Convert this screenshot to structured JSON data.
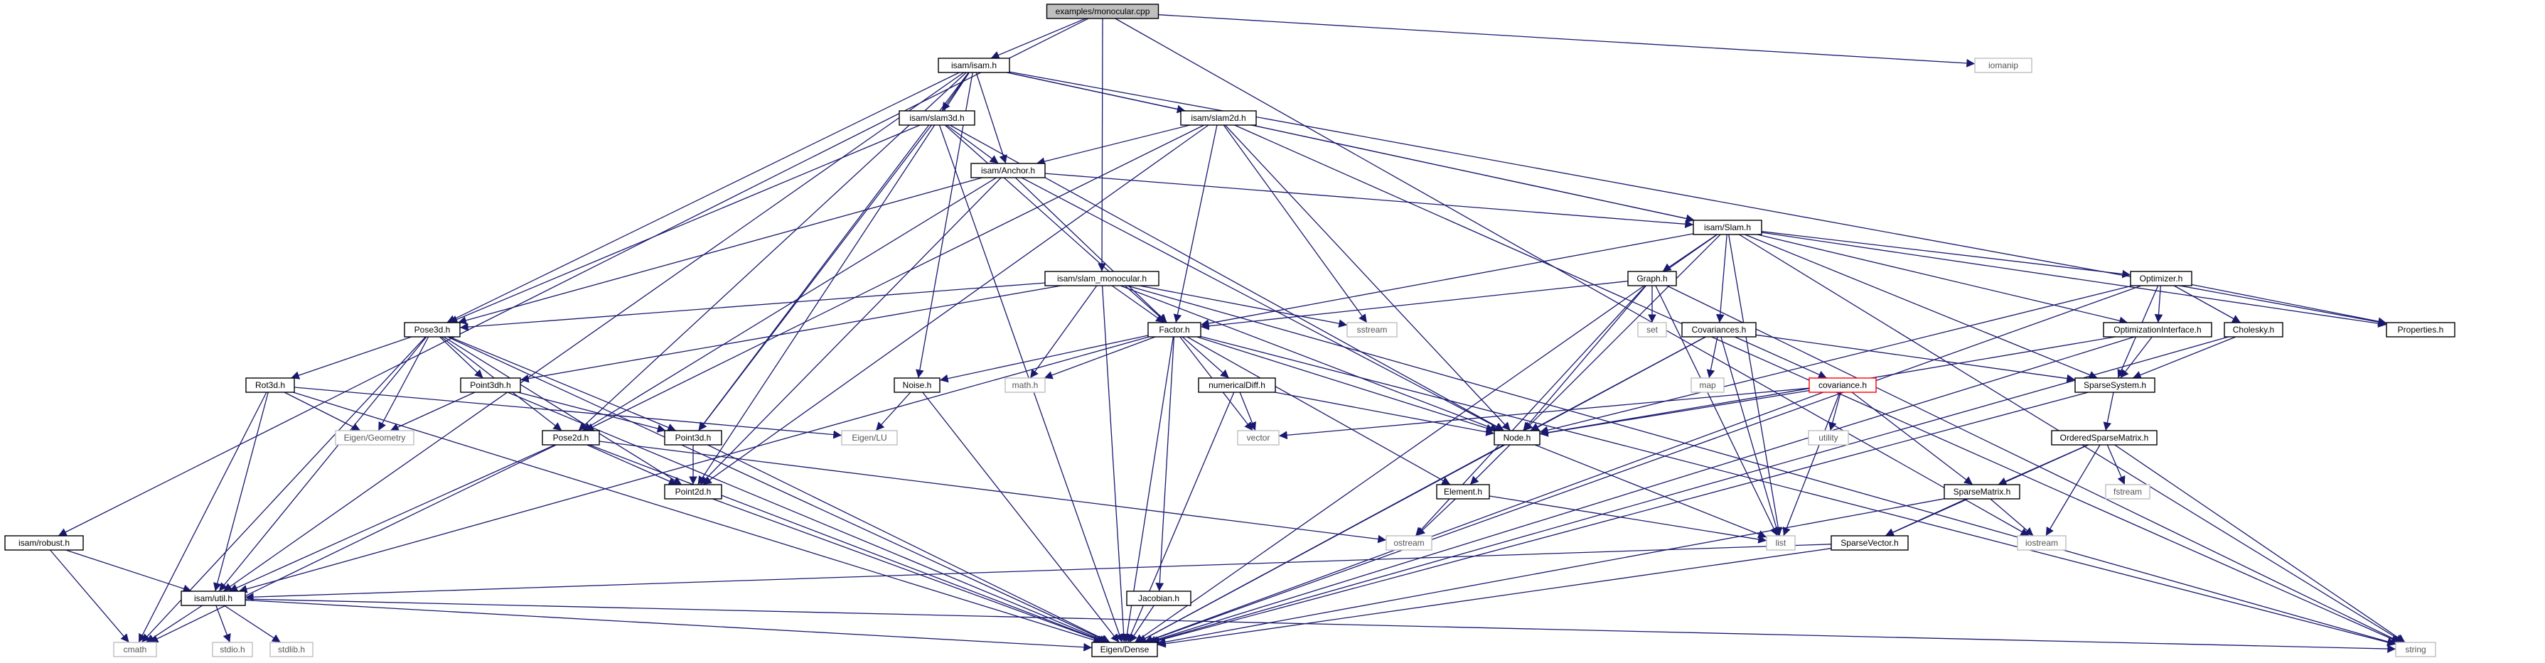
{
  "graph": {
    "title": "examples/monocular.cpp",
    "colors": {
      "edge": "#191970",
      "root_fill": "#bfbfbf",
      "doc_border": "#000000",
      "ext_border": "#bfbfbf",
      "highlight_border": "#ff0000"
    },
    "nodes": [
      {
        "id": "monocular",
        "label": "examples/monocular.cpp",
        "kind": "root"
      },
      {
        "id": "isam_h",
        "label": "isam/isam.h",
        "kind": "doc"
      },
      {
        "id": "iomanip",
        "label": "iomanip",
        "kind": "ext"
      },
      {
        "id": "robust_h",
        "label": "isam/robust.h",
        "kind": "doc"
      },
      {
        "id": "slam3d_h",
        "label": "isam/slam3d.h",
        "kind": "doc"
      },
      {
        "id": "slam2d_h",
        "label": "isam/slam2d.h",
        "kind": "doc"
      },
      {
        "id": "anchor_h",
        "label": "isam/Anchor.h",
        "kind": "doc"
      },
      {
        "id": "slam_h",
        "label": "isam/Slam.h",
        "kind": "doc"
      },
      {
        "id": "slam_mono_h",
        "label": "isam/slam_monocular.h",
        "kind": "doc"
      },
      {
        "id": "graph_h",
        "label": "Graph.h",
        "kind": "doc"
      },
      {
        "id": "optimizer_h",
        "label": "Optimizer.h",
        "kind": "doc"
      },
      {
        "id": "pose3d_h",
        "label": "Pose3d.h",
        "kind": "doc"
      },
      {
        "id": "factor_h",
        "label": "Factor.h",
        "kind": "doc"
      },
      {
        "id": "sstream",
        "label": "sstream",
        "kind": "ext"
      },
      {
        "id": "set",
        "label": "set",
        "kind": "ext"
      },
      {
        "id": "covariances_h",
        "label": "Covariances.h",
        "kind": "doc"
      },
      {
        "id": "optint_h",
        "label": "OptimizationInterface.h",
        "kind": "doc"
      },
      {
        "id": "cholesky_h",
        "label": "Cholesky.h",
        "kind": "doc"
      },
      {
        "id": "properties_h",
        "label": "Properties.h",
        "kind": "doc"
      },
      {
        "id": "rot3d_h",
        "label": "Rot3d.h",
        "kind": "doc"
      },
      {
        "id": "point3dh_h",
        "label": "Point3dh.h",
        "kind": "doc"
      },
      {
        "id": "noise_h",
        "label": "Noise.h",
        "kind": "doc"
      },
      {
        "id": "math_h",
        "label": "math.h",
        "kind": "ext"
      },
      {
        "id": "numdiff_h",
        "label": "numericalDiff.h",
        "kind": "doc"
      },
      {
        "id": "map",
        "label": "map",
        "kind": "ext"
      },
      {
        "id": "covariance_h",
        "label": "covariance.h",
        "kind": "highlight"
      },
      {
        "id": "sparsesystem_h",
        "label": "SparseSystem.h",
        "kind": "doc"
      },
      {
        "id": "eigen_geometry",
        "label": "Eigen/Geometry",
        "kind": "ext"
      },
      {
        "id": "eigen_lu",
        "label": "Eigen/LU",
        "kind": "ext"
      },
      {
        "id": "pose2d_h",
        "label": "Pose2d.h",
        "kind": "doc"
      },
      {
        "id": "point3d_h",
        "label": "Point3d.h",
        "kind": "doc"
      },
      {
        "id": "vector",
        "label": "vector",
        "kind": "ext"
      },
      {
        "id": "node_h",
        "label": "Node.h",
        "kind": "doc"
      },
      {
        "id": "utility",
        "label": "utility",
        "kind": "ext"
      },
      {
        "id": "osm_h",
        "label": "OrderedSparseMatrix.h",
        "kind": "doc"
      },
      {
        "id": "point2d_h",
        "label": "Point2d.h",
        "kind": "doc"
      },
      {
        "id": "element_h",
        "label": "Element.h",
        "kind": "doc"
      },
      {
        "id": "sparsematrix_h",
        "label": "SparseMatrix.h",
        "kind": "doc"
      },
      {
        "id": "fstream",
        "label": "fstream",
        "kind": "ext"
      },
      {
        "id": "ostream",
        "label": "ostream",
        "kind": "ext"
      },
      {
        "id": "list",
        "label": "list",
        "kind": "ext"
      },
      {
        "id": "iostream",
        "label": "iostream",
        "kind": "ext"
      },
      {
        "id": "sparsevector_h",
        "label": "SparseVector.h",
        "kind": "doc"
      },
      {
        "id": "jacobian_h",
        "label": "Jacobian.h",
        "kind": "doc"
      },
      {
        "id": "util_h",
        "label": "isam/util.h",
        "kind": "doc"
      },
      {
        "id": "cmath",
        "label": "cmath",
        "kind": "ext"
      },
      {
        "id": "stdio_h",
        "label": "stdio.h",
        "kind": "ext"
      },
      {
        "id": "stdlib_h",
        "label": "stdlib.h",
        "kind": "ext"
      },
      {
        "id": "eigen_dense",
        "label": "Eigen/Dense",
        "kind": "doc"
      },
      {
        "id": "string",
        "label": "string",
        "kind": "ext"
      }
    ],
    "edges": [
      [
        "monocular",
        "isam_h"
      ],
      [
        "monocular",
        "iomanip"
      ],
      [
        "monocular",
        "robust_h"
      ],
      [
        "monocular",
        "slam_mono_h"
      ],
      [
        "monocular",
        "iostream"
      ],
      [
        "isam_h",
        "slam3d_h"
      ],
      [
        "isam_h",
        "slam2d_h"
      ],
      [
        "isam_h",
        "anchor_h"
      ],
      [
        "isam_h",
        "slam_h"
      ],
      [
        "isam_h",
        "pose3d_h"
      ],
      [
        "isam_h",
        "pose2d_h"
      ],
      [
        "isam_h",
        "point3d_h"
      ],
      [
        "isam_h",
        "point2d_h"
      ],
      [
        "isam_h",
        "noise_h"
      ],
      [
        "isam_h",
        "util_h"
      ],
      [
        "isam_h",
        "properties_h"
      ],
      [
        "robust_h",
        "util_h"
      ],
      [
        "robust_h",
        "cmath"
      ],
      [
        "slam3d_h",
        "anchor_h"
      ],
      [
        "slam3d_h",
        "pose3d_h"
      ],
      [
        "slam3d_h",
        "point3d_h"
      ],
      [
        "slam3d_h",
        "factor_h"
      ],
      [
        "slam3d_h",
        "node_h"
      ],
      [
        "slam3d_h",
        "eigen_dense"
      ],
      [
        "slam2d_h",
        "anchor_h"
      ],
      [
        "slam2d_h",
        "pose2d_h"
      ],
      [
        "slam2d_h",
        "point2d_h"
      ],
      [
        "slam2d_h",
        "factor_h"
      ],
      [
        "slam2d_h",
        "node_h"
      ],
      [
        "slam2d_h",
        "slam_h"
      ],
      [
        "slam2d_h",
        "sstream"
      ],
      [
        "slam2d_h",
        "string"
      ],
      [
        "anchor_h",
        "slam_h"
      ],
      [
        "anchor_h",
        "pose3d_h"
      ],
      [
        "anchor_h",
        "pose2d_h"
      ],
      [
        "anchor_h",
        "point2d_h"
      ],
      [
        "anchor_h",
        "factor_h"
      ],
      [
        "anchor_h",
        "node_h"
      ],
      [
        "slam_h",
        "graph_h"
      ],
      [
        "slam_h",
        "optimizer_h"
      ],
      [
        "slam_h",
        "covariances_h"
      ],
      [
        "slam_h",
        "optint_h"
      ],
      [
        "slam_h",
        "factor_h"
      ],
      [
        "slam_h",
        "node_h"
      ],
      [
        "slam_h",
        "sparsesystem_h"
      ],
      [
        "slam_h",
        "properties_h"
      ],
      [
        "slam_h",
        "list"
      ],
      [
        "slam_h",
        "eigen_dense"
      ],
      [
        "slam_h",
        "string"
      ],
      [
        "slam_mono_h",
        "pose3d_h"
      ],
      [
        "slam_mono_h",
        "point3dh_h"
      ],
      [
        "slam_mono_h",
        "factor_h"
      ],
      [
        "slam_mono_h",
        "node_h"
      ],
      [
        "slam_mono_h",
        "math_h"
      ],
      [
        "slam_mono_h",
        "sstream"
      ],
      [
        "slam_mono_h",
        "string"
      ],
      [
        "slam_mono_h",
        "eigen_dense"
      ],
      [
        "graph_h",
        "factor_h"
      ],
      [
        "graph_h",
        "node_h"
      ],
      [
        "graph_h",
        "set"
      ],
      [
        "graph_h",
        "list"
      ],
      [
        "graph_h",
        "ostream"
      ],
      [
        "graph_h",
        "string"
      ],
      [
        "optimizer_h",
        "optint_h"
      ],
      [
        "optimizer_h",
        "cholesky_h"
      ],
      [
        "optimizer_h",
        "sparsesystem_h"
      ],
      [
        "optimizer_h",
        "node_h"
      ],
      [
        "optimizer_h",
        "eigen_dense"
      ],
      [
        "optimizer_h",
        "properties_h"
      ],
      [
        "pose3d_h",
        "rot3d_h"
      ],
      [
        "pose3d_h",
        "point3dh_h"
      ],
      [
        "pose3d_h",
        "point3d_h"
      ],
      [
        "pose3d_h",
        "pose2d_h"
      ],
      [
        "pose3d_h",
        "point2d_h"
      ],
      [
        "pose3d_h",
        "eigen_geometry"
      ],
      [
        "pose3d_h",
        "util_h"
      ],
      [
        "pose3d_h",
        "cmath"
      ],
      [
        "pose3d_h",
        "eigen_dense"
      ],
      [
        "factor_h",
        "noise_h"
      ],
      [
        "factor_h",
        "math_h"
      ],
      [
        "factor_h",
        "numdiff_h"
      ],
      [
        "factor_h",
        "jacobian_h"
      ],
      [
        "factor_h",
        "element_h"
      ],
      [
        "factor_h",
        "node_h"
      ],
      [
        "factor_h",
        "vector"
      ],
      [
        "factor_h",
        "util_h"
      ],
      [
        "factor_h",
        "string"
      ],
      [
        "factor_h",
        "eigen_dense"
      ],
      [
        "covariances_h",
        "covariance_h"
      ],
      [
        "covariances_h",
        "map"
      ],
      [
        "covariances_h",
        "list"
      ],
      [
        "covariances_h",
        "node_h"
      ],
      [
        "covariances_h",
        "sparsesystem_h"
      ],
      [
        "covariances_h",
        "eigen_dense"
      ],
      [
        "optint_h",
        "sparsesystem_h"
      ],
      [
        "optint_h",
        "node_h"
      ],
      [
        "optint_h",
        "eigen_dense"
      ],
      [
        "cholesky_h",
        "sparsesystem_h"
      ],
      [
        "cholesky_h",
        "eigen_dense"
      ],
      [
        "rot3d_h",
        "eigen_geometry"
      ],
      [
        "rot3d_h",
        "eigen_lu"
      ],
      [
        "rot3d_h",
        "util_h"
      ],
      [
        "rot3d_h",
        "cmath"
      ],
      [
        "rot3d_h",
        "eigen_dense"
      ],
      [
        "point3dh_h",
        "point3d_h"
      ],
      [
        "point3dh_h",
        "eigen_geometry"
      ],
      [
        "point3dh_h",
        "eigen_dense"
      ],
      [
        "noise_h",
        "eigen_lu"
      ],
      [
        "noise_h",
        "eigen_dense"
      ],
      [
        "numdiff_h",
        "vector"
      ],
      [
        "numdiff_h",
        "node_h"
      ],
      [
        "numdiff_h",
        "eigen_dense"
      ],
      [
        "covariance_h",
        "node_h"
      ],
      [
        "covariance_h",
        "vector"
      ],
      [
        "covariance_h",
        "utility"
      ],
      [
        "covariance_h",
        "list"
      ],
      [
        "covariance_h",
        "sparsematrix_h"
      ],
      [
        "covariance_h",
        "eigen_dense"
      ],
      [
        "sparsesystem_h",
        "osm_h"
      ],
      [
        "sparsesystem_h",
        "eigen_dense"
      ],
      [
        "pose2d_h",
        "point2d_h"
      ],
      [
        "pose2d_h",
        "util_h"
      ],
      [
        "pose2d_h",
        "ostream"
      ],
      [
        "pose2d_h",
        "cmath"
      ],
      [
        "pose2d_h",
        "eigen_dense"
      ],
      [
        "point3d_h",
        "point2d_h"
      ],
      [
        "point3d_h",
        "eigen_dense"
      ],
      [
        "node_h",
        "element_h"
      ],
      [
        "node_h",
        "list"
      ],
      [
        "node_h",
        "eigen_dense"
      ],
      [
        "osm_h",
        "sparsematrix_h"
      ],
      [
        "osm_h",
        "fstream"
      ],
      [
        "osm_h",
        "iostream"
      ],
      [
        "osm_h",
        "string"
      ],
      [
        "osm_h",
        "sparsevector_h"
      ],
      [
        "point2d_h",
        "eigen_dense"
      ],
      [
        "element_h",
        "ostream"
      ],
      [
        "element_h",
        "list"
      ],
      [
        "sparsematrix_h",
        "sparsevector_h"
      ],
      [
        "sparsematrix_h",
        "iostream"
      ],
      [
        "sparsematrix_h",
        "eigen_dense"
      ],
      [
        "sparsevector_h",
        "util_h"
      ],
      [
        "sparsevector_h",
        "eigen_dense"
      ],
      [
        "jacobian_h",
        "eigen_dense"
      ],
      [
        "util_h",
        "cmath"
      ],
      [
        "util_h",
        "stdio_h"
      ],
      [
        "util_h",
        "stdlib_h"
      ],
      [
        "util_h",
        "eigen_dense"
      ],
      [
        "util_h",
        "string"
      ]
    ]
  }
}
